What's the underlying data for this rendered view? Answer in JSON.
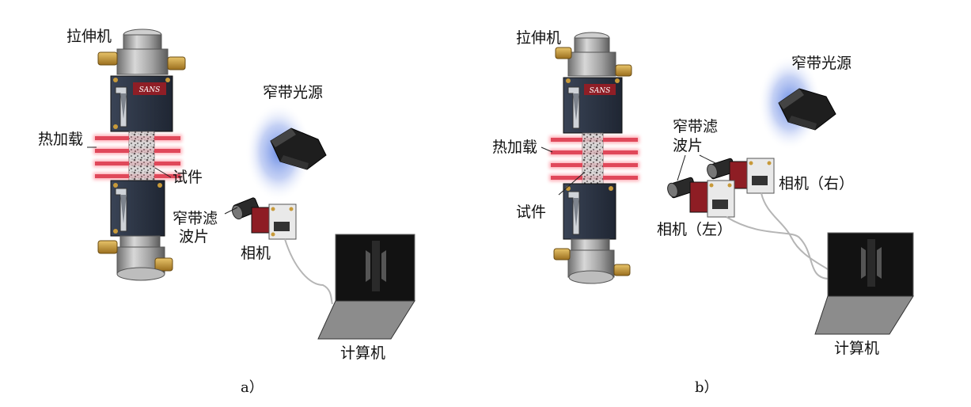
{
  "panels": [
    {
      "caption": "a）",
      "labels": {
        "tensile_machine": "拉伸机",
        "brand": "SANS",
        "thermal_load": "热加载",
        "specimen": "试件",
        "light_source": "窄带光源",
        "filter_line1": "窄带滤",
        "filter_line2": "波片",
        "camera": "相机",
        "computer": "计算机"
      }
    },
    {
      "caption": "b）",
      "labels": {
        "tensile_machine": "拉伸机",
        "brand": "SANS",
        "thermal_load": "热加载",
        "specimen": "试件",
        "light_source": "窄带光源",
        "filter_line1": "窄带滤",
        "filter_line2": "波片",
        "camera_left": "相机（左）",
        "camera_right": "相机（右）",
        "computer": "计算机"
      }
    }
  ],
  "colors": {
    "steel": "#9a9a9a",
    "grip_body": "#2b3444",
    "brass": "#c89a3a",
    "heater_red": "#e0485a",
    "camera_red": "#b8262e",
    "light_glow": "#4f78e0",
    "lamp_body": "#1e1e1e",
    "laptop_base": "#8c8c8c",
    "screen": "#121212",
    "cable": "#b5b5b5"
  }
}
